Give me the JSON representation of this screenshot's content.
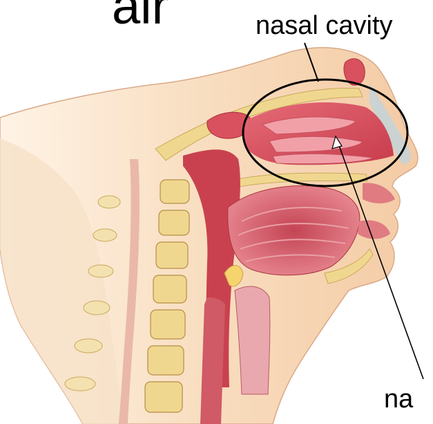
{
  "page": {
    "title_fragment": "air"
  },
  "labels": {
    "nasal_cavity": "nasal cavity",
    "bottom_partial": "na"
  },
  "colors": {
    "skin": "#f8dcc0",
    "mucosa": "#d9505e",
    "mucosa_light": "#f2a0a8",
    "bone": "#f0d78f",
    "highlight_ellipse": "#000000",
    "leader_line": "#000000"
  }
}
